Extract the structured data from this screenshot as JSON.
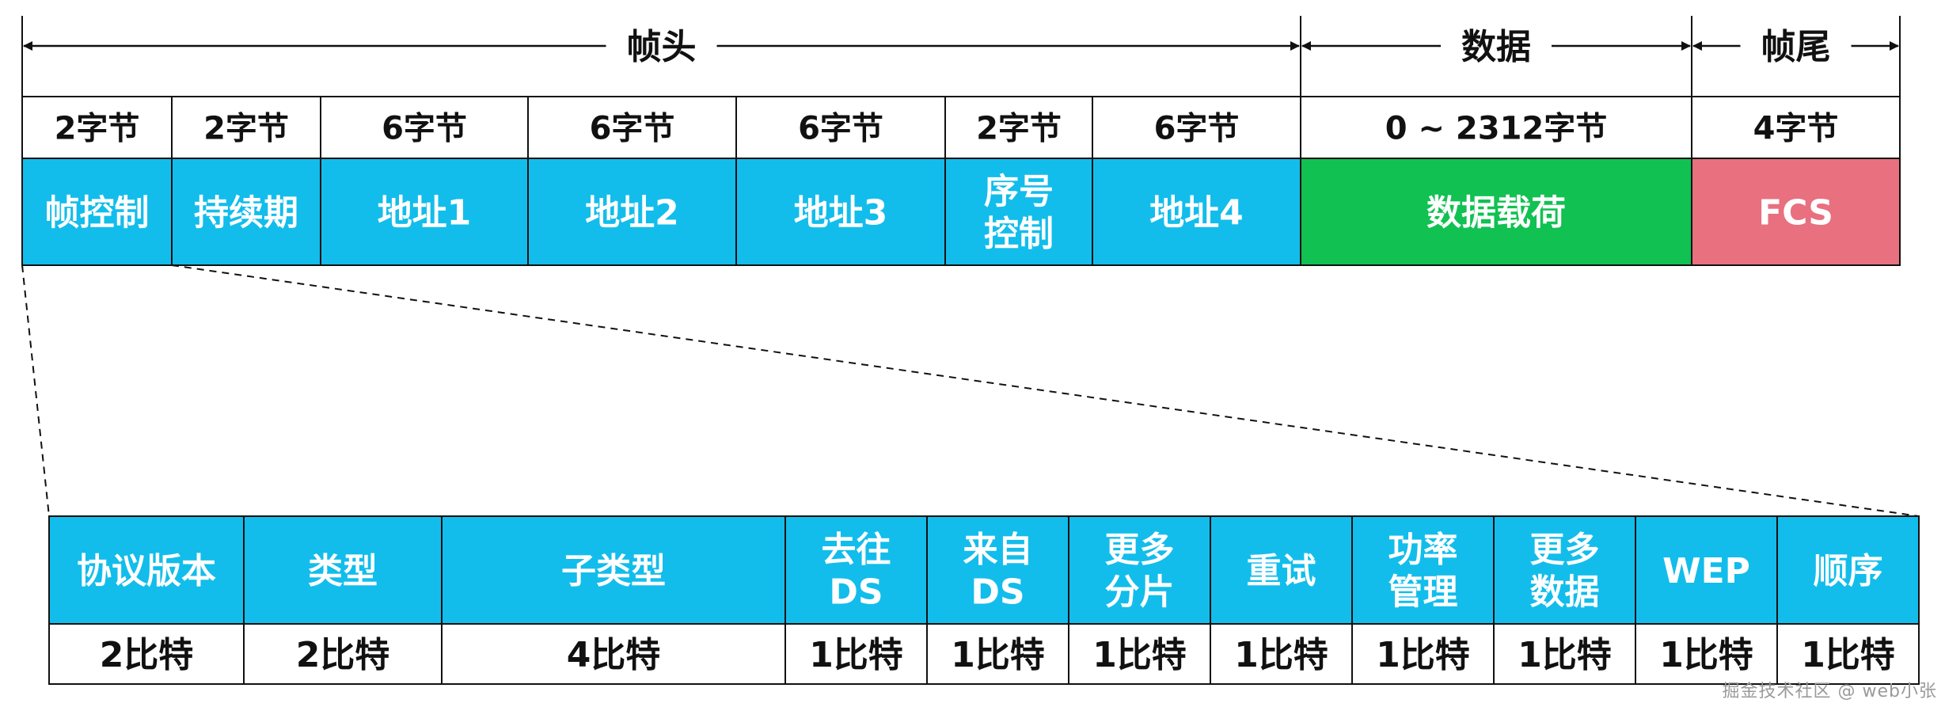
{
  "frame": {
    "sections": [
      {
        "label": "帧头"
      },
      {
        "label": "数据"
      },
      {
        "label": "帧尾"
      }
    ],
    "fields": [
      {
        "size": "2字节",
        "name": "帧控制",
        "color": "#12BDEB"
      },
      {
        "size": "2字节",
        "name": "持续期",
        "color": "#12BDEB"
      },
      {
        "size": "6字节",
        "name": "地址1",
        "color": "#12BDEB"
      },
      {
        "size": "6字节",
        "name": "地址2",
        "color": "#12BDEB"
      },
      {
        "size": "6字节",
        "name": "地址3",
        "color": "#12BDEB"
      },
      {
        "size": "2字节",
        "name": "序号\n控制",
        "color": "#12BDEB"
      },
      {
        "size": "6字节",
        "name": "地址4",
        "color": "#12BDEB"
      },
      {
        "size": "0 ~ 2312字节",
        "name": "数据载荷",
        "color": "#11C152"
      },
      {
        "size": "4字节",
        "name": "FCS",
        "color": "#E8707F"
      }
    ]
  },
  "frame_control": {
    "fields": [
      {
        "name": "协议版本",
        "bits": "2比特"
      },
      {
        "name": "类型",
        "bits": "2比特"
      },
      {
        "name": "子类型",
        "bits": "4比特"
      },
      {
        "name": "去往\nDS",
        "bits": "1比特"
      },
      {
        "name": "来自\nDS",
        "bits": "1比特"
      },
      {
        "name": "更多\n分片",
        "bits": "1比特"
      },
      {
        "name": "重试",
        "bits": "1比特"
      },
      {
        "name": "功率\n管理",
        "bits": "1比特"
      },
      {
        "name": "更多\n数据",
        "bits": "1比特"
      },
      {
        "name": "WEP",
        "bits": "1比特"
      },
      {
        "name": "顺序",
        "bits": "1比特"
      }
    ],
    "cell_color": "#12BDEB"
  },
  "watermark": "掘金技术社区 @ web小张"
}
